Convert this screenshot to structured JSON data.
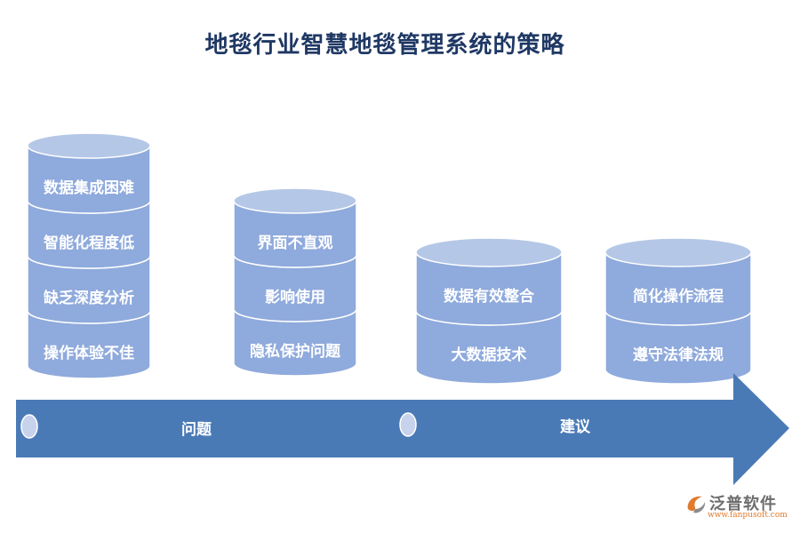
{
  "title": "地毯行业智慧地毯管理系统的策略",
  "stacks": [
    {
      "items": [
        "数据集成困难",
        "智能化程度低",
        "缺乏深度分析",
        "操作体验不佳"
      ]
    },
    {
      "items": [
        "界面不直观",
        "影响使用",
        "隐私保护问题"
      ]
    },
    {
      "items": [
        "数据有效整合",
        "大数据技术"
      ]
    },
    {
      "items": [
        "简化操作流程",
        "遵守法律法规"
      ]
    }
  ],
  "axis": {
    "left_label": "问题",
    "right_label": "建议"
  },
  "logo": {
    "name": "泛普软件",
    "url": "www.fanpusoft.com"
  },
  "colors": {
    "cylinder_body": "#8faadc",
    "cylinder_top": "#b4c7e7",
    "cylinder_edge": "#ffffff",
    "arrow": "#4a7ab6",
    "title": "#1f3864",
    "dot": "#c7d2ec"
  }
}
